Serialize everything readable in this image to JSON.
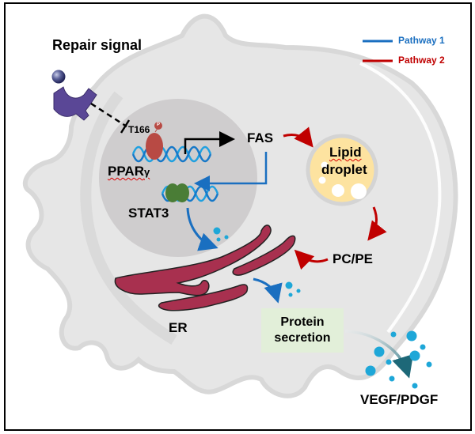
{
  "title": "Repair signal pathway schematic",
  "labels": {
    "repair_signal": "Repair signal",
    "t166": "T166",
    "phospho": "P",
    "ppar_main": "PPAR",
    "ppar_gamma": "γ",
    "stat3": "STAT3",
    "fas": "FAS",
    "lipid_droplet_line1": "Lipid",
    "lipid_droplet_line2": "droplet",
    "pcpe": "PC/PE",
    "er": "ER",
    "protein_secretion_line1": "Protein",
    "protein_secretion_line2": "secretion",
    "vegf_pdgf": "VEGF/PDGF"
  },
  "legend": [
    {
      "label": "Pathway 1",
      "color": "#1a6fc0"
    },
    {
      "label": "Pathway 2",
      "color": "#c00000"
    }
  ],
  "colors": {
    "pathway1": "#1a6fc0",
    "pathway2": "#c00000",
    "cell": "#e6e6e6",
    "nucleus": "#cfcdce",
    "er": "#a8304f",
    "lipid": "#fde3a0",
    "secretion_box": "#e2efd9",
    "ppar": "#b84a44",
    "stat3": "#4a7d36",
    "receptor": "#5a4796",
    "particles": "#1ea7d8"
  }
}
